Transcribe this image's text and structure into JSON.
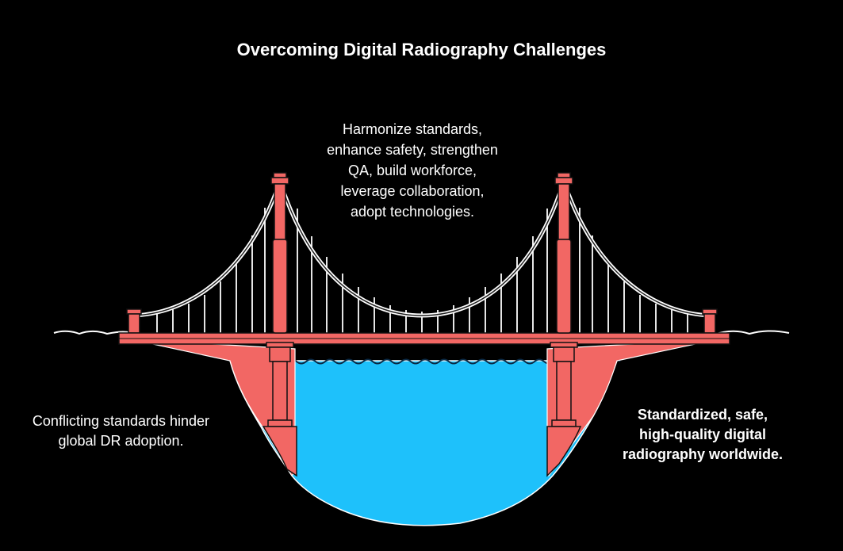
{
  "title": "Overcoming Digital Radiography Challenges",
  "center_text": "Harmonize standards, enhance safety, strengthen QA, build workforce, leverage collaboration, adopt technologies.",
  "left_text": "Conflicting standards hinder global DR adoption.",
  "right_text": "Standardized, safe, high-quality digital radiography worldwide.",
  "colors": {
    "background": "#000000",
    "structure": "#f26764",
    "water": "#1ec1fb",
    "cable": "#ffffff",
    "outline": "#111111"
  }
}
